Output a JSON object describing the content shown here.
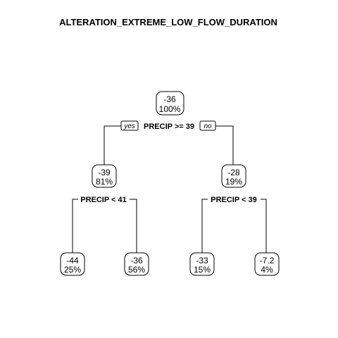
{
  "title": "ALTERATION_EXTREME_LOW_FLOW_DURATION",
  "branch_labels": {
    "yes": "yes",
    "no": "no"
  },
  "nodes": {
    "root": {
      "value": "-36",
      "percent": "100%"
    },
    "left": {
      "value": "-39",
      "percent": "81%"
    },
    "right": {
      "value": "-28",
      "percent": "19%"
    },
    "ll": {
      "value": "-44",
      "percent": "25%"
    },
    "lr": {
      "value": "-36",
      "percent": "56%"
    },
    "rl": {
      "value": "-33",
      "percent": "15%"
    },
    "rr": {
      "value": "-7.2",
      "percent": "4%"
    }
  },
  "splits": {
    "root": "PRECIP >= 39",
    "left": "PRECIP < 41",
    "right": "PRECIP < 39"
  }
}
